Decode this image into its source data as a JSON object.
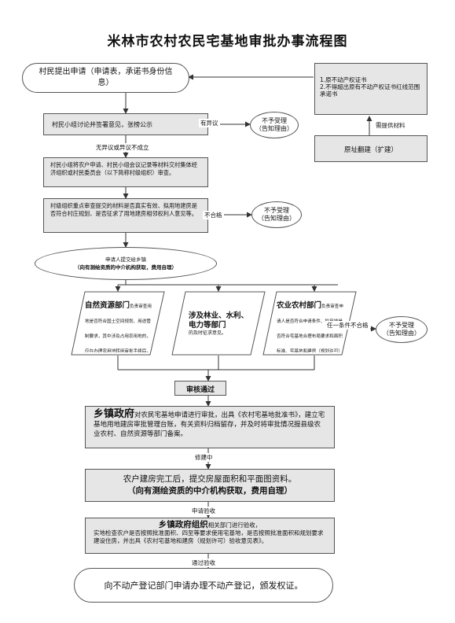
{
  "title": "米林市农村农民宅基地审批办事流程图",
  "steps": {
    "apply": "村民提出申请（申请表，承诺书身份信息）",
    "group_discuss": "村民小组讨论并签署意见，张榜公示",
    "label_objection": "有异议",
    "reject1": [
      "不予受理",
      "（告知理由）"
    ],
    "label_no_objection": "无异议或异议不成立",
    "submit": "村民小组将农户申请、村民小组会议记录等材料交村集体经济组织或村民委员会（以下简称村级组织）审查。",
    "village_review": "村级组织重点审查提交的材料是否真实有效、拟用地建房是否符合村庄规划、是否征求了用地建房相邻权利人意见等。",
    "label_unqualified": "不合格",
    "reject2": [
      "不予受理",
      "（告知理由）"
    ],
    "submit_township": "申请人提交给乡镇",
    "survey_note": "（向有测绘资质的中介机构获取，费用自理）",
    "natural_resources_head": "自然资源部门",
    "natural_resources_body": "负责审查用地是否符合国土空间规划、用途管制要求，其中涉及占用农用地的，应在办理农用地转用审批手续后，核发乡村建设规划许可证，还要审核住房建设后空间是否符合规划，在乡村建设规划许可证上批准。",
    "forestry_head": "涉及林业、水利、电力等部门",
    "forestry_body": "的及时征求意见。",
    "agriculture_head": "农业农村部门",
    "agriculture_body": "负责审查申请人是否符合申请条件、拟用地是否符合宅基地合理布局要求和面积标准、宅基地和建房（规划许可）申请是否经过村组审核公示等，并综合各有关部门意见提出审批建议。",
    "label_any_fail": "任一条件不合格",
    "reject3": [
      "不予受理",
      "（告知理由）"
    ],
    "approved": "审核通过",
    "township_head": "乡镇政府",
    "township_body": "对农民宅基地申请进行审批，出具《农村宅基地批准书》，建立宅基地用地建房审批管理台账，有关资料归档留存，并及时将审批情况报县级农业农村、自然资源等部门备案。",
    "label_building": "修建中",
    "completion": "农户建房完工后，提交房屋面积和平面图资料。",
    "completion_note": "（向有测绘资质的中介机构获取，费用自理）",
    "label_apply_accept": "申请验收",
    "org_head": "乡镇政府组织",
    "org_body1": "相关部门进行验收，",
    "org_body2": "实地检查农户是否按照批准面积、四至等要求使用宅基地，是否按照批准面积和规划要求建设住房，并出具《农村宅基地和建房（规划许可）验收意见表》。",
    "label_pass": "通过验收",
    "final": "向不动产登记部门申请办理不动产登记，颁发权证。",
    "side_docs": [
      "1.原不动产权证书",
      "2.不得超出原有不动产权证书红线范围承诺书"
    ],
    "side_label": "需提供材料",
    "side_rebuild": "原址翻建（扩建）"
  },
  "colors": {
    "line": "#333333",
    "gray_fill": "#e6e6e6",
    "border": "#555555"
  }
}
